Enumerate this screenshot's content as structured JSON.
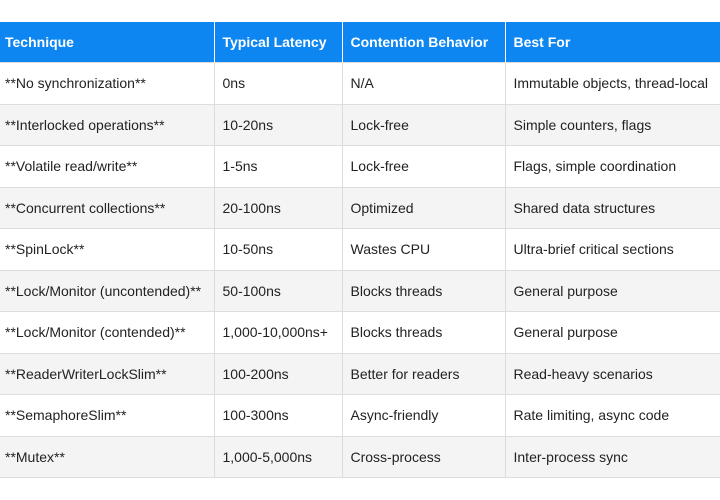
{
  "table": {
    "headers": [
      "Technique",
      "Typical Latency",
      "Contention Behavior",
      "Best For"
    ],
    "rows": [
      [
        "**No synchronization**",
        "0ns",
        "N/A",
        "Immutable objects, thread-local"
      ],
      [
        "**Interlocked operations**",
        "10-20ns",
        "Lock-free",
        "Simple counters, flags"
      ],
      [
        "**Volatile read/write**",
        "1-5ns",
        "Lock-free",
        "Flags, simple coordination"
      ],
      [
        "**Concurrent collections**",
        "20-100ns",
        "Optimized",
        "Shared data structures"
      ],
      [
        "**SpinLock**",
        "10-50ns",
        "Wastes CPU",
        "Ultra-brief critical sections"
      ],
      [
        "**Lock/Monitor (uncontended)**",
        "50-100ns",
        "Blocks threads",
        "General purpose"
      ],
      [
        "**Lock/Monitor (contended)**",
        "1,000-10,000ns+",
        "Blocks threads",
        "General purpose"
      ],
      [
        "**ReaderWriterLockSlim**",
        "100-200ns",
        "Better for readers",
        "Read-heavy scenarios"
      ],
      [
        "**SemaphoreSlim**",
        "100-300ns",
        "Async-friendly",
        "Rate limiting, async code"
      ],
      [
        "**Mutex**",
        "1,000-5,000ns",
        "Cross-process",
        "Inter-process sync"
      ]
    ]
  },
  "colors": {
    "header_bg": "#0d86f2",
    "header_text": "#ffffff",
    "stripe_bg": "#f4f4f4",
    "border": "#dddddd"
  }
}
